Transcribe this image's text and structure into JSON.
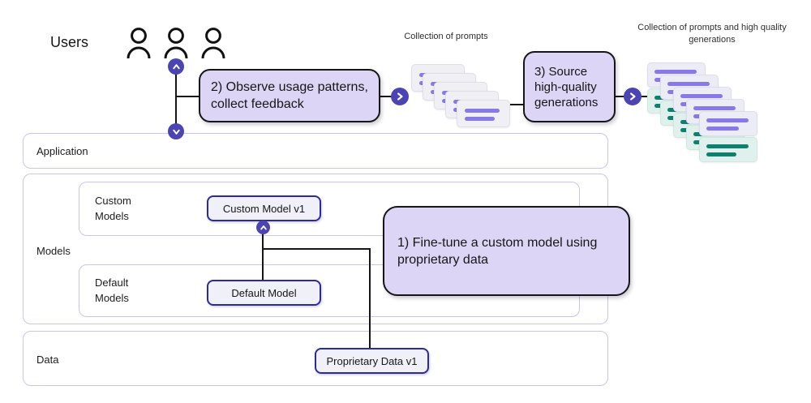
{
  "users": {
    "label": "Users",
    "count": 3
  },
  "captions": {
    "prompts": "Collection of prompts",
    "prompts_and_generations": "Collection of prompts and high quality generations"
  },
  "callouts": {
    "fine_tune": {
      "lines": [
        "1) Fine-tune a custom model using",
        "proprietary data"
      ]
    },
    "observe": {
      "lines": [
        "2) Observe usage patterns,",
        "collect feedback"
      ]
    },
    "source": {
      "lines": [
        "3) Source",
        "high-quality",
        "generations"
      ]
    }
  },
  "sections": {
    "application": {
      "label": "Application"
    },
    "models": {
      "label": "Models"
    },
    "custom_models": {
      "label_lines": [
        "Custom",
        "Models"
      ]
    },
    "default_models": {
      "label_lines": [
        "Default",
        "Models"
      ]
    },
    "data": {
      "label": "Data"
    }
  },
  "nodes": {
    "custom_model": {
      "label": "Custom Model v1"
    },
    "default_model": {
      "label": "Default Model"
    },
    "proprietary_data": {
      "label": "Proprietary Data v1"
    }
  },
  "stacks": {
    "prompts": {
      "card_count": 5,
      "bar_color": "#8779e9"
    },
    "generations": {
      "card_count": 5,
      "bar_colors": [
        "#8779e9",
        "#0e8070"
      ]
    }
  },
  "icons": {
    "user": "person-icon",
    "chevron_up": "chevron-up-icon",
    "chevron_down": "chevron-down-icon",
    "chevron_right": "chevron-right-icon"
  },
  "colors": {
    "accent_indigo": "#4b44b2",
    "callout_bg": "#dcd5f6",
    "callout_border": "#161616",
    "box_border": "#c9c6e9",
    "node_border": "#2d2a9e",
    "node_bg": "#f0f0f8",
    "purple_bar": "#8779e9",
    "teal_bar": "#0e8070",
    "card_bg": "#efeff4",
    "card_mint_bg": "#e0f1ed"
  }
}
